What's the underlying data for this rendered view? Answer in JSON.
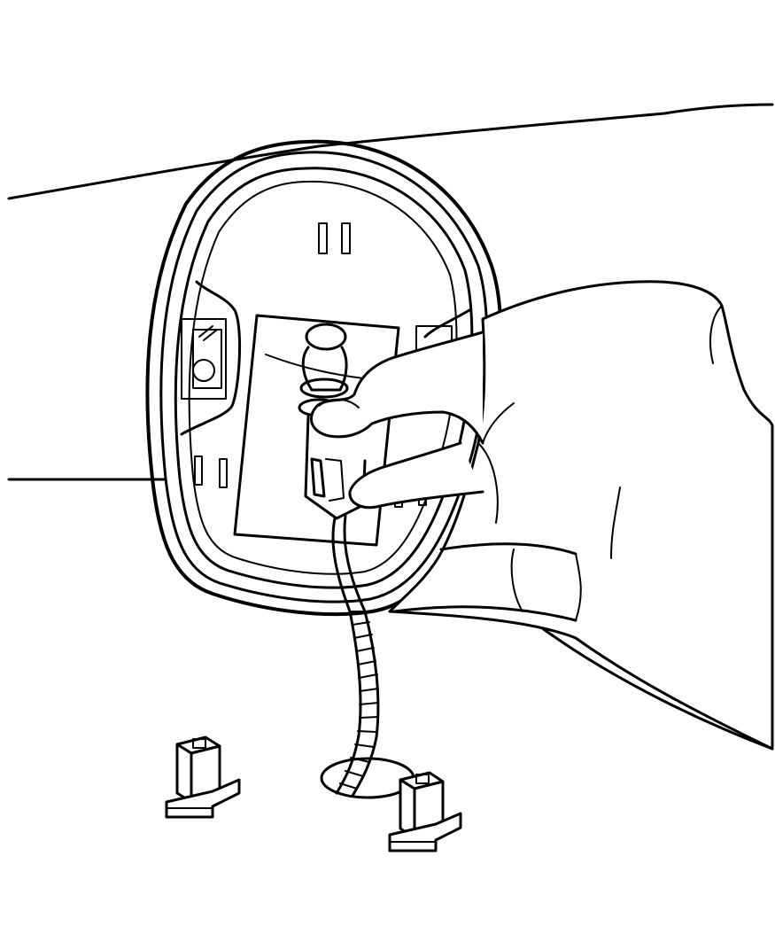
{
  "figure": {
    "kind": "line-art illustration",
    "colors": {
      "stroke": "#000000",
      "background": "#ffffff"
    },
    "components": [
      {
        "name": "body-panel",
        "icon": "panel-surface-icon"
      },
      {
        "name": "lamp-housing",
        "icon": "oval-housing-icon"
      },
      {
        "name": "lamp-socket",
        "icon": "socket-icon"
      },
      {
        "name": "wiring-harness",
        "icon": "wire-harness-icon"
      },
      {
        "name": "hand",
        "icon": "hand-icon"
      },
      {
        "name": "retaining-clip-left",
        "icon": "clip-icon"
      },
      {
        "name": "retaining-clip-right",
        "icon": "clip-icon"
      },
      {
        "name": "mounting-hole",
        "icon": "hole-icon"
      }
    ]
  }
}
